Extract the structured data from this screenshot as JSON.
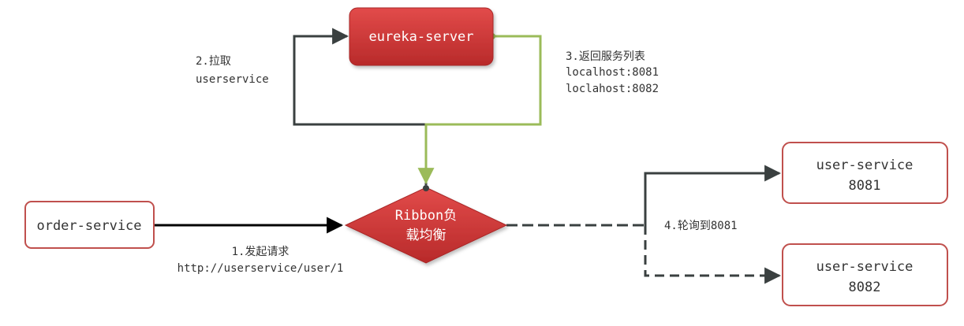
{
  "nodes": {
    "eureka": "eureka-server",
    "order": "order-service",
    "ribbon_line1": "Ribbon负",
    "ribbon_line2": "载均衡",
    "user1_line1": "user-service",
    "user1_line2": "8081",
    "user2_line1": "user-service",
    "user2_line2": "8082"
  },
  "steps": {
    "step1_title": "1.发起请求",
    "step1_url": "http://userservice/user/1",
    "step2_title": "2.拉取",
    "step2_detail": "userservice",
    "step3_title": "3.返回服务列表",
    "step3_item1": "localhost:8081",
    "step3_item2": "loclahost:8082",
    "step4_title": "4.轮询到8081"
  },
  "colors": {
    "eureka_fill": "#d0393a",
    "ribbon_fill": "#d0393a",
    "box_border": "#c0504d",
    "dark_line": "#3a4040",
    "green_line": "#9bbb59",
    "black_line": "#000000"
  }
}
